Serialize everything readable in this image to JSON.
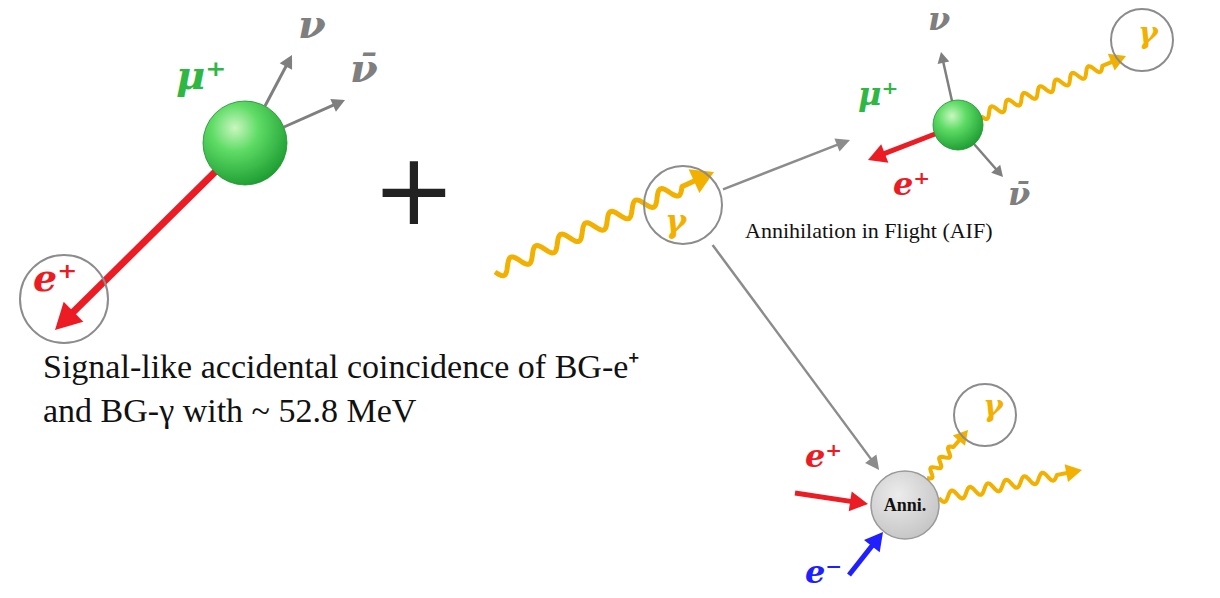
{
  "diagram": {
    "nodes": [
      {
        "text": [
          "μ⁺"
        ]
      },
      {
        "text": [
          "e⁺"
        ]
      },
      {
        "text": [
          "γ"
        ]
      },
      {
        "text": [
          "μ⁺"
        ]
      },
      {
        "text": [
          "γ"
        ]
      },
      {
        "text": [
          "Anni."
        ]
      },
      {
        "text": [
          "γ"
        ]
      }
    ],
    "edges": [
      {
        "from": 2,
        "to": 3,
        "arrow": "to"
      },
      {
        "from": 2,
        "to": 5,
        "arrow": "to"
      }
    ],
    "labels": [
      "ν",
      "ν̄",
      "+",
      "ν",
      "ν̄",
      "e⁺",
      "Annihilation in Flight (AIF)",
      "e⁺",
      "e⁻",
      "Signal-like accidental coincidence of BG-e⁺ and BG-γ with ~ 52.8 MeV"
    ]
  }
}
